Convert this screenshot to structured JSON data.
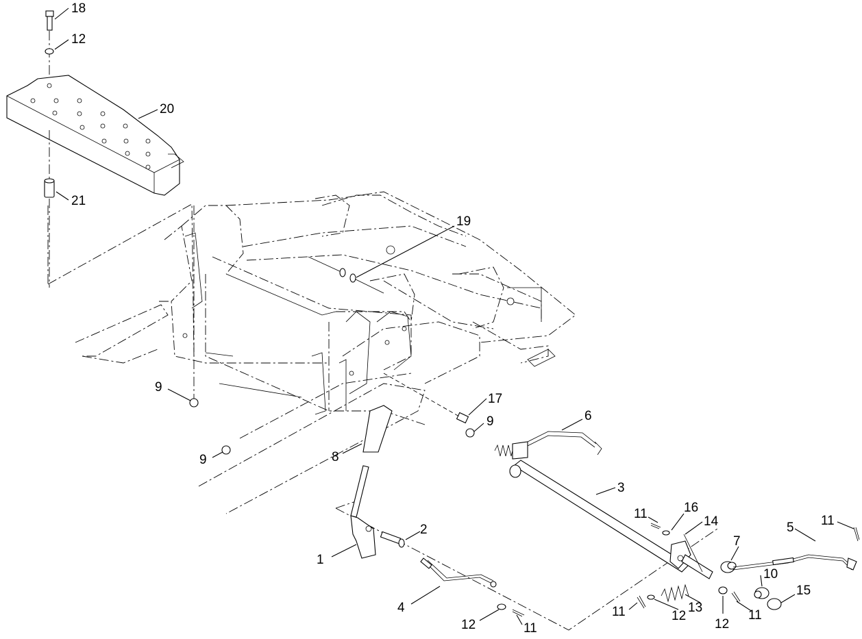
{
  "callouts": {
    "c1": "1",
    "c2": "2",
    "c3": "3",
    "c4": "4",
    "c5": "5",
    "c6": "6",
    "c7": "7",
    "c8": "8",
    "c9a": "9",
    "c9b": "9",
    "c9c": "9",
    "c10": "10",
    "c11a": "11",
    "c11b": "11",
    "c11c": "11",
    "c11d": "11",
    "c11e": "11",
    "c12a": "12",
    "c12b": "12",
    "c12c": "12",
    "c12d": "12",
    "c13": "13",
    "c14": "14",
    "c15": "15",
    "c16": "16",
    "c17": "17",
    "c18": "18",
    "c19": "19",
    "c20": "20",
    "c21": "21"
  }
}
